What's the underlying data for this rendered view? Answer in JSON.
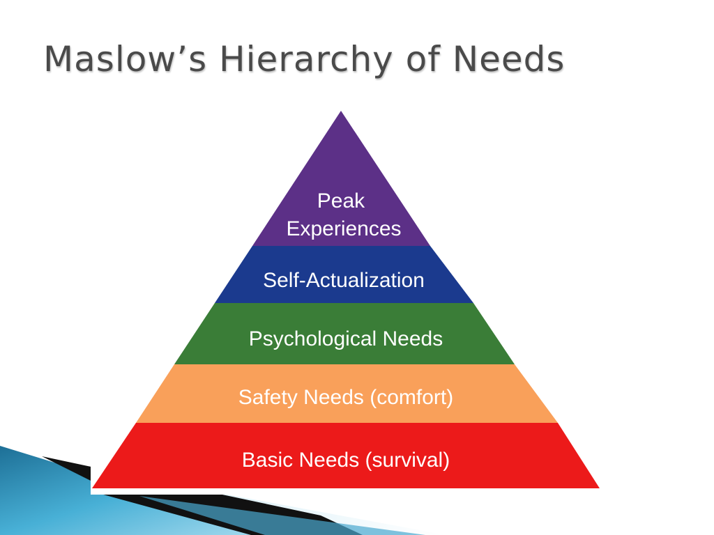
{
  "slide": {
    "title": "Maslow’s Hierarchy of Needs"
  },
  "pyramid": {
    "tiers": [
      {
        "lines": [
          "Peak",
          "Experiences"
        ],
        "color": "#5c3087",
        "text_color": "#ffffff"
      },
      {
        "lines": [
          "Self-Actualization"
        ],
        "color": "#1b3a8e",
        "text_color": "#ffffff"
      },
      {
        "lines": [
          "Psychological Needs"
        ],
        "color": "#3a7d37",
        "text_color": "#ffffff"
      },
      {
        "lines": [
          "Safety Needs (comfort)"
        ],
        "color": "#f9a05a",
        "text_color": "#ffffff"
      },
      {
        "lines": [
          "Basic Needs (survival)"
        ],
        "color": "#ec1a1a",
        "text_color": "#ffffff"
      }
    ]
  },
  "colors": {
    "title": "#4a4a4a",
    "accent_blue": "#3aa0c8",
    "accent_dark": "#111111"
  }
}
